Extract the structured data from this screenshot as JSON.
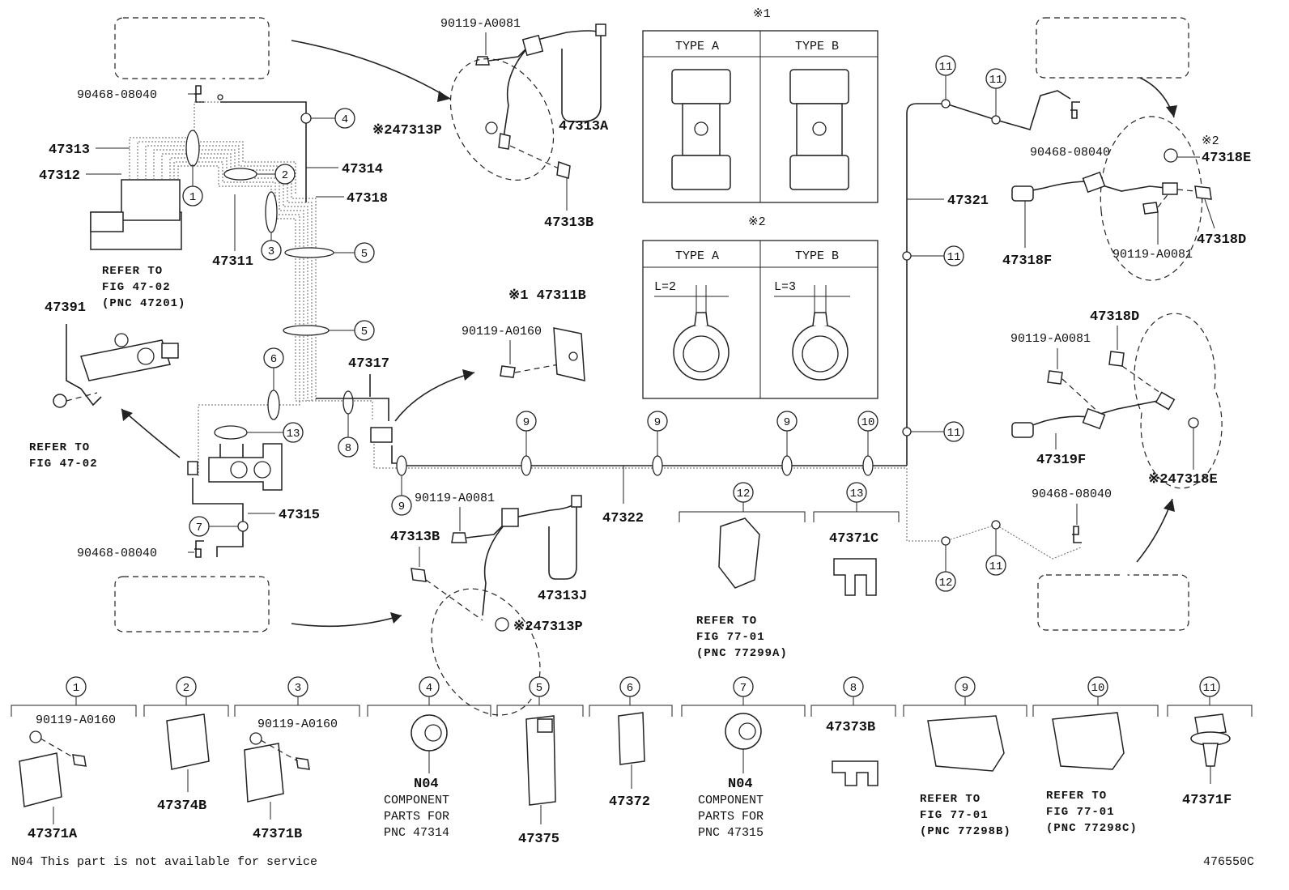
{
  "diagram": {
    "doc_code": "476550C",
    "footnote": "N04 This part is not available for service",
    "note_mark1": "※1",
    "note_mark2": "※2",
    "type_a": "TYPE A",
    "type_b": "TYPE B",
    "l2": "L=2",
    "l3": "L=3",
    "callouts": {
      "c1": "1",
      "c2": "2",
      "c3": "3",
      "c4": "4",
      "c5": "5",
      "c6": "6",
      "c7": "7",
      "c8": "8",
      "c9": "9",
      "c10": "10",
      "c11": "11",
      "c12": "12",
      "c13": "13"
    },
    "parts": {
      "p47313": "47313",
      "p47312": "47312",
      "p47311": "47311",
      "p47314": "47314",
      "p47318": "47318",
      "p47391": "47391",
      "p47317": "47317",
      "p47315": "47315",
      "p47322": "47322",
      "p47321": "47321",
      "p47313A": "47313A",
      "p47313B_top": "47313B",
      "p47313P_top": "※247313P",
      "p47311B": "※1 47311B",
      "p47313B_bot": "47313B",
      "p47313J": "47313J",
      "p47313P_bot": "※247313P",
      "p47371C": "47371C",
      "p47318E_top": "47318E",
      "p47318F": "47318F",
      "p47318D_top": "47318D",
      "p47318D_mid": "47318D",
      "p47319F": "47319F",
      "p47318E_mid": "※247318E",
      "s90468_a": "90468-08040",
      "s90468_b": "90468-08040",
      "s90468_c": "90468-08040",
      "s90468_d": "90468-08040",
      "s90119_a": "90119-A0081",
      "s90119_b": "90119-A0160",
      "s90119_c": "90119-A0081",
      "s90119_d": "90119-A0081",
      "s90119_e": "90119-A0081"
    },
    "refs": {
      "r1_l1": "REFER TO",
      "r1_l2": "FIG 47-02",
      "r1_l3": "(PNC 47201)",
      "r2_l1": "REFER TO",
      "r2_l2": "FIG 47-02",
      "r3_l1": "REFER TO",
      "r3_l2": "FIG 77-01",
      "r3_l3": "(PNC 77299A)"
    },
    "legend": [
      {
        "num": "1",
        "screw": "90119-A0160",
        "part": "47371A"
      },
      {
        "num": "2",
        "part": "47374B"
      },
      {
        "num": "3",
        "screw": "90119-A0160",
        "part": "47371B"
      },
      {
        "num": "4",
        "part": "N04",
        "desc1": "COMPONENT",
        "desc2": "PARTS FOR",
        "desc3": "PNC 47314"
      },
      {
        "num": "5",
        "part": "47375"
      },
      {
        "num": "6",
        "part": "47372"
      },
      {
        "num": "7",
        "part": "N04",
        "desc1": "COMPONENT",
        "desc2": "PARTS FOR",
        "desc3": "PNC 47315"
      },
      {
        "num": "8",
        "part": "47373B"
      },
      {
        "num": "9",
        "ref1": "REFER TO",
        "ref2": "FIG 77-01",
        "ref3": "(PNC 77298B)"
      },
      {
        "num": "10",
        "ref1": "REFER TO",
        "ref2": "FIG 77-01",
        "ref3": "(PNC 77298C)"
      },
      {
        "num": "11",
        "part": "47371F"
      }
    ]
  }
}
